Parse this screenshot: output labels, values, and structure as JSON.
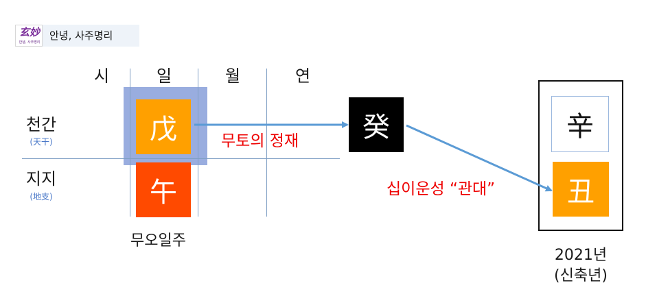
{
  "brand": {
    "logo_text": "玄妙",
    "logo_subtext": "안녕, 사주명리",
    "title": "안녕, 사주명리"
  },
  "columns": [
    "시",
    "일",
    "월",
    "연"
  ],
  "rows": {
    "stem": {
      "label": "천간",
      "hanja": "(天干)"
    },
    "branch": {
      "label": "지지",
      "hanja": "(地支)"
    }
  },
  "pillar": {
    "stem": "戊",
    "branch": "午",
    "caption": "무오일주"
  },
  "relation1": {
    "target": "癸",
    "label": "무토의 정재"
  },
  "relation2": {
    "label": "십이운성 “관대”"
  },
  "year_box": {
    "stem": "辛",
    "branch": "丑",
    "year_label": "2021년",
    "year_name": "(신축년)"
  },
  "colors": {
    "orange": "#ffa000",
    "red_orange": "#ff4a00",
    "arrow": "#5b9bd5",
    "highlight": "#93a9dd",
    "label_red": "#ee0000",
    "grid": "#7f9fc4"
  }
}
